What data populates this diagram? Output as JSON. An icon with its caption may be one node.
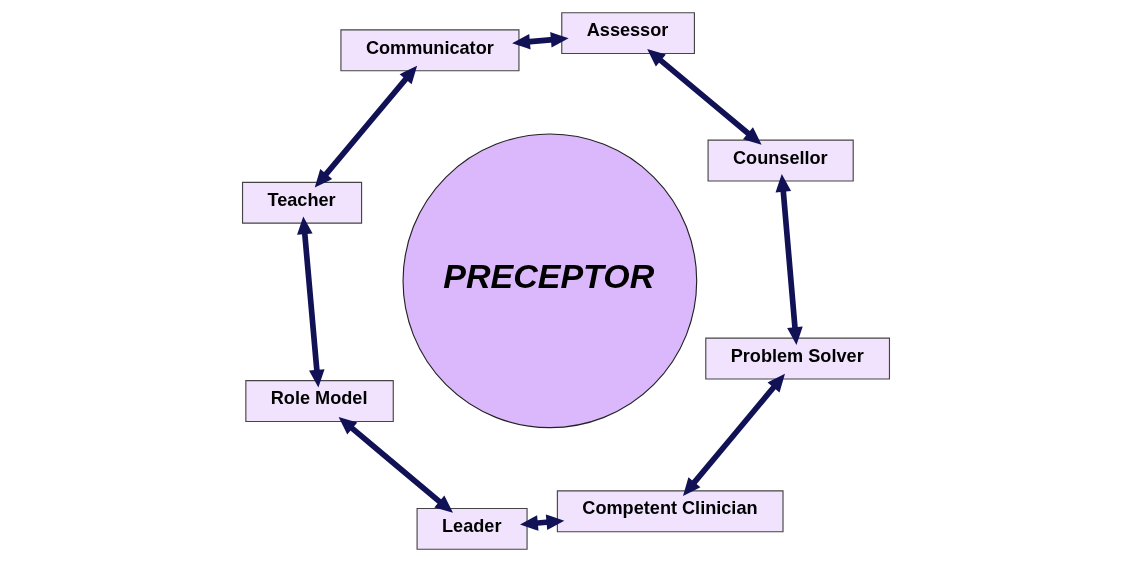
{
  "diagram": {
    "nodes": [
      {
        "text": [
          "PRECEPTOR"
        ]
      },
      {
        "text": [
          "Role Model"
        ]
      },
      {
        "text": [
          "Leader"
        ]
      },
      {
        "text": [
          "Teacher"
        ]
      },
      {
        "text": [
          "Competent Clinician"
        ]
      },
      {
        "text": [
          "Communicator"
        ]
      },
      {
        "text": [
          "Problem Solver"
        ]
      },
      {
        "text": [
          "Counsellor"
        ]
      },
      {
        "text": [
          "Assessor"
        ]
      }
    ],
    "edges": [
      {
        "from": 2,
        "to": 1,
        "arrow": "both"
      },
      {
        "from": 1,
        "to": 3,
        "arrow": "both"
      },
      {
        "from": 3,
        "to": 5,
        "arrow": "both"
      },
      {
        "from": 5,
        "to": 8,
        "arrow": "both"
      },
      {
        "from": 8,
        "to": 7,
        "arrow": "both"
      },
      {
        "from": 7,
        "to": 6,
        "arrow": "both"
      },
      {
        "from": 6,
        "to": 4,
        "arrow": "both"
      },
      {
        "from": 4,
        "to": 2,
        "arrow": "both"
      }
    ]
  }
}
